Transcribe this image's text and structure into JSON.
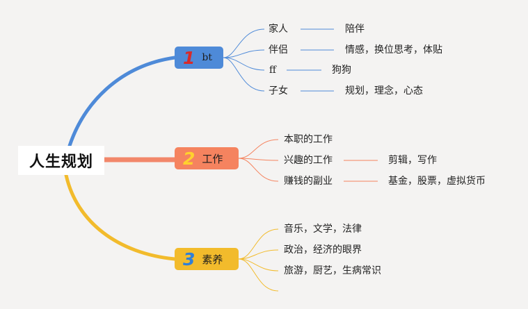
{
  "root": {
    "label": "人生规划"
  },
  "branches": [
    {
      "number": "1",
      "label": "bt",
      "color": "#4e8ad8",
      "children": [
        {
          "label": "家人",
          "detail": "陪伴"
        },
        {
          "label": "伴侣",
          "detail": "情感，换位思考，体贴"
        },
        {
          "label": "ff",
          "detail": "狗狗"
        },
        {
          "label": "子女",
          "detail": "规划，理念，心态"
        }
      ]
    },
    {
      "number": "2",
      "label": "工作",
      "color": "#f5835f",
      "children": [
        {
          "label": "本职的工作"
        },
        {
          "label": "兴趣的工作",
          "detail": "剪辑，写作"
        },
        {
          "label": "赚钱的副业",
          "detail": "基金，股票，虚拟货币"
        }
      ]
    },
    {
      "number": "3",
      "label": "素养",
      "color": "#f2bb2c",
      "children": [
        {
          "label": "音乐，文学，法律"
        },
        {
          "label": "政治，经济的眼界"
        },
        {
          "label": "旅游，厨艺，生病常识"
        },
        {
          "label": ""
        }
      ]
    }
  ]
}
